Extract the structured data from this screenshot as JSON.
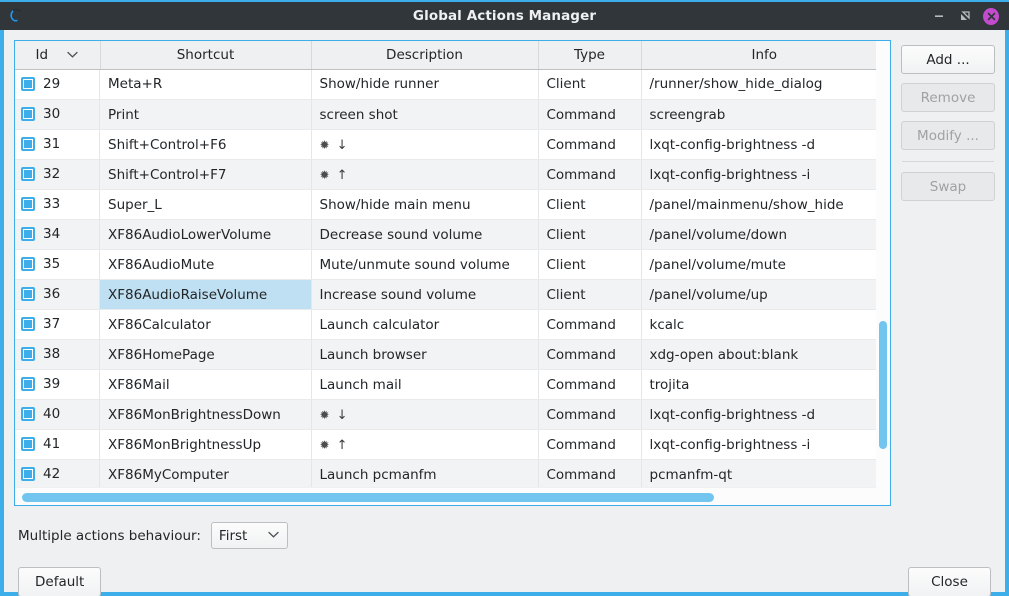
{
  "window": {
    "title": "Global Actions Manager",
    "app_icon": "lxqt-logo-icon",
    "minimize_label": "–",
    "maximize_label": "⤡",
    "close_label": "✕"
  },
  "table": {
    "columns": [
      {
        "key": "id",
        "label": "Id",
        "sort_indicator": "∨"
      },
      {
        "key": "shortcut",
        "label": "Shortcut"
      },
      {
        "key": "description",
        "label": "Description"
      },
      {
        "key": "type",
        "label": "Type"
      },
      {
        "key": "info",
        "label": "Info"
      }
    ],
    "rows": [
      {
        "id": "29",
        "checked": true,
        "shortcut": "Meta+R",
        "description": "Show/hide runner",
        "type": "Client",
        "info": "/runner/show_hide_dialog",
        "selected": false
      },
      {
        "id": "30",
        "checked": true,
        "shortcut": "Print",
        "description": "screen shot",
        "type": "Command",
        "info": "screengrab",
        "selected": false
      },
      {
        "id": "31",
        "checked": true,
        "shortcut": "Shift+Control+F6",
        "description": "✹ ↓",
        "type": "Command",
        "info": "lxqt-config-brightness -d",
        "selected": false
      },
      {
        "id": "32",
        "checked": true,
        "shortcut": "Shift+Control+F7",
        "description": "✹ ↑",
        "type": "Command",
        "info": "lxqt-config-brightness -i",
        "selected": false
      },
      {
        "id": "33",
        "checked": true,
        "shortcut": "Super_L",
        "description": "Show/hide main menu",
        "type": "Client",
        "info": "/panel/mainmenu/show_hide",
        "selected": false
      },
      {
        "id": "34",
        "checked": true,
        "shortcut": "XF86AudioLowerVolume",
        "description": "Decrease sound volume",
        "type": "Client",
        "info": "/panel/volume/down",
        "selected": false
      },
      {
        "id": "35",
        "checked": true,
        "shortcut": "XF86AudioMute",
        "description": "Mute/unmute sound volume",
        "type": "Client",
        "info": "/panel/volume/mute",
        "selected": false
      },
      {
        "id": "36",
        "checked": true,
        "shortcut": "XF86AudioRaiseVolume",
        "description": "Increase sound volume",
        "type": "Client",
        "info": "/panel/volume/up",
        "selected": true
      },
      {
        "id": "37",
        "checked": true,
        "shortcut": "XF86Calculator",
        "description": "Launch calculator",
        "type": "Command",
        "info": "kcalc",
        "selected": false
      },
      {
        "id": "38",
        "checked": true,
        "shortcut": "XF86HomePage",
        "description": "Launch browser",
        "type": "Command",
        "info": "xdg-open about:blank",
        "selected": false
      },
      {
        "id": "39",
        "checked": true,
        "shortcut": "XF86Mail",
        "description": "Launch mail",
        "type": "Command",
        "info": "trojita",
        "selected": false
      },
      {
        "id": "40",
        "checked": true,
        "shortcut": "XF86MonBrightnessDown",
        "description": "✹ ↓",
        "type": "Command",
        "info": "lxqt-config-brightness -d",
        "selected": false
      },
      {
        "id": "41",
        "checked": true,
        "shortcut": "XF86MonBrightnessUp",
        "description": "✹ ↑",
        "type": "Command",
        "info": "lxqt-config-brightness -i",
        "selected": false
      },
      {
        "id": "42",
        "checked": true,
        "shortcut": "XF86MyComputer",
        "description": "Launch pcmanfm",
        "type": "Command",
        "info": "pcmanfm-qt",
        "selected": false
      }
    ]
  },
  "side_buttons": [
    {
      "label": "Add ...",
      "enabled": true,
      "name": "add-button"
    },
    {
      "label": "Remove",
      "enabled": false,
      "name": "remove-button"
    },
    {
      "label": "Modify ...",
      "enabled": false,
      "name": "modify-button"
    },
    {
      "label": "Swap",
      "enabled": false,
      "name": "swap-button"
    }
  ],
  "behaviour": {
    "label": "Multiple actions behaviour:",
    "value": "First",
    "carat": "∨"
  },
  "footer": {
    "default_label": "Default",
    "close_label": "Close"
  },
  "colors": {
    "accent": "#3daee9",
    "titlebar_bg": "#31363b",
    "close_btn": "#c44bd0",
    "selection": "#bfe0f2",
    "scrollbar_thumb": "#72c5ef"
  }
}
